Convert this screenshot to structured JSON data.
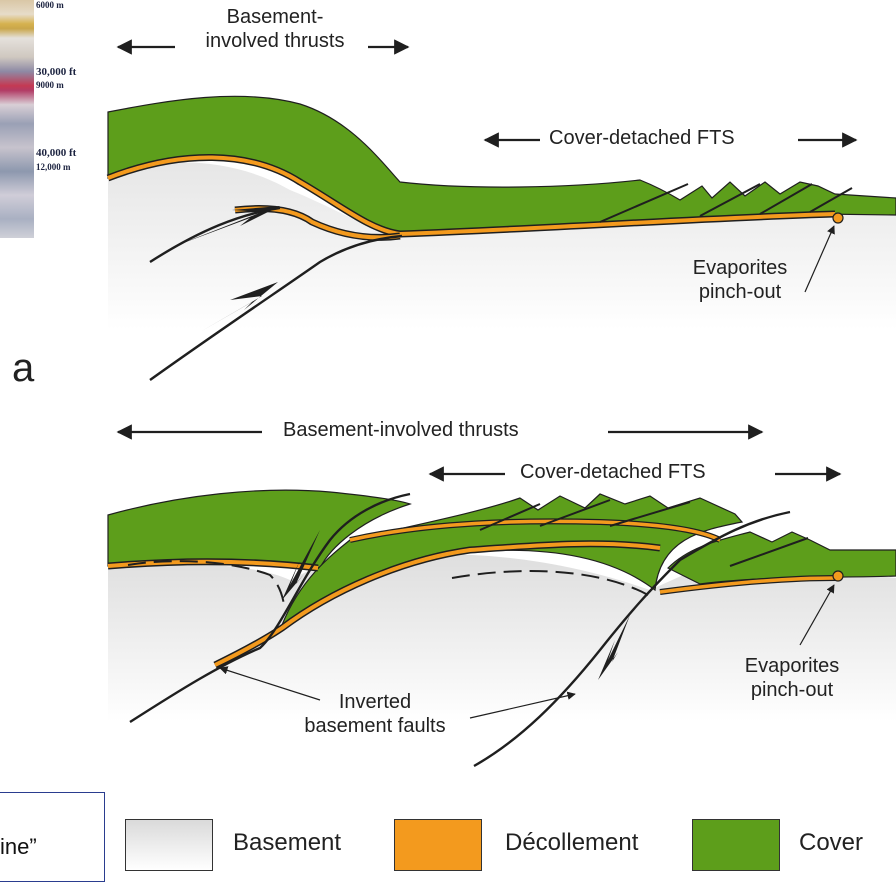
{
  "core_log": {
    "depth_labels": [
      {
        "ft": "",
        "m": "6000 m"
      },
      {
        "ft": "30,000 ft",
        "m": "9000 m"
      },
      {
        "ft": "40,000 ft",
        "m": "12,000 m"
      }
    ]
  },
  "panel_a": {
    "letter": "a",
    "basement_label_line1": "Basement-",
    "basement_label_line2": "involved thrusts",
    "cover_label": "Cover-detached FTS",
    "evaporites_line1": "Evaporites",
    "evaporites_line2": "pinch-out"
  },
  "panel_b": {
    "basement_label": "Basement-involved thrusts",
    "cover_label": "Cover-detached FTS",
    "evaporites_line1": "Evaporites",
    "evaporites_line2": "pinch-out",
    "inverted_line1": "Inverted",
    "inverted_line2": "basement faults"
  },
  "legend": {
    "items": [
      {
        "label": "Basement",
        "color": "#ededed"
      },
      {
        "label": "Décollement",
        "color": "#f39a1e"
      },
      {
        "label": "Cover",
        "color": "#5d9e1b"
      }
    ]
  },
  "note": {
    "text": "ine”"
  },
  "colors": {
    "cover": "#5d9e1b",
    "decollement": "#f39a1e",
    "basement": "#ececec",
    "line": "#1f1f1f"
  }
}
